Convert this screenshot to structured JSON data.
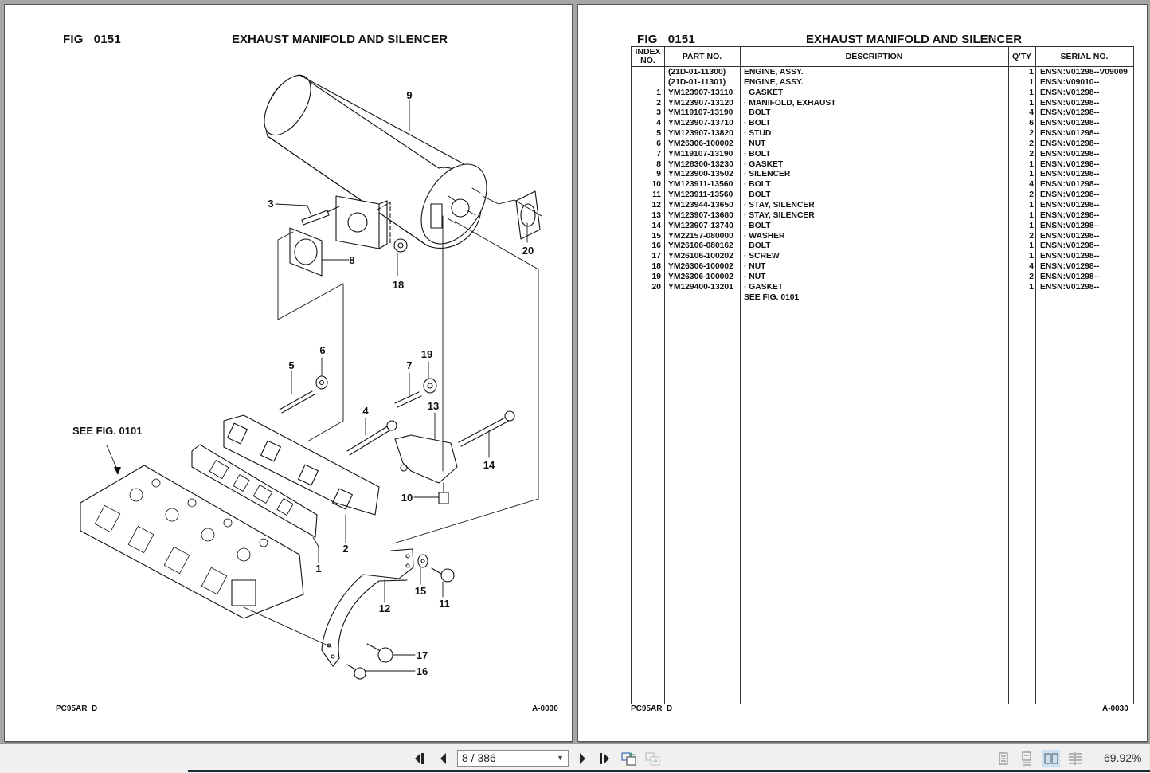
{
  "viewer": {
    "page_indicator": "8 / 386",
    "zoom_level": "69.92%",
    "toolbar": {
      "first_page": "first-page-icon",
      "prev_page": "prev-page-icon",
      "next_page": "next-page-icon",
      "last_page": "last-page-icon",
      "prev_view": "previous-view-icon",
      "next_view": "next-view-icon",
      "view_modes": [
        "single-page",
        "continuous",
        "facing",
        "continuous-facing"
      ],
      "active_view_mode": "facing"
    }
  },
  "left_page": {
    "fig_label": "FIG",
    "fig_number": "0151",
    "title": "EXHAUST MANIFOLD AND SILENCER",
    "footer_left": "PC95AR_D",
    "footer_right": "A-0030",
    "see_fig_note": "SEE FIG. 0101",
    "callouts": [
      "1",
      "2",
      "3",
      "4",
      "5",
      "6",
      "7",
      "8",
      "9",
      "10",
      "11",
      "12",
      "13",
      "14",
      "15",
      "16",
      "17",
      "18",
      "19",
      "20"
    ]
  },
  "right_page": {
    "fig_label": "FIG",
    "fig_number": "0151",
    "title": "EXHAUST MANIFOLD AND SILENCER",
    "footer_left": "PC95AR_D",
    "footer_right": "A-0030",
    "table": {
      "headers": {
        "index": "INDEX NO.",
        "part": "PART NO.",
        "description": "DESCRIPTION",
        "qty": "Q'TY",
        "serial": "SERIAL NO."
      },
      "rows": [
        {
          "index": "",
          "part": "(21D-01-11300)",
          "description": "ENGINE, ASSY.",
          "qty": "1",
          "serial": "ENSN:V01298--V09009"
        },
        {
          "index": "",
          "part": "(21D-01-11301)",
          "description": "ENGINE, ASSY.",
          "qty": "1",
          "serial": "ENSN:V09010--"
        },
        {
          "index": "1",
          "part": "YM123907-13110",
          "description": "·  GASKET",
          "qty": "1",
          "serial": "ENSN:V01298--"
        },
        {
          "index": "2",
          "part": "YM123907-13120",
          "description": "·  MANIFOLD, EXHAUST",
          "qty": "1",
          "serial": "ENSN:V01298--"
        },
        {
          "index": "3",
          "part": "YM119107-13190",
          "description": "·  BOLT",
          "qty": "4",
          "serial": "ENSN:V01298--"
        },
        {
          "index": "4",
          "part": "YM123907-13710",
          "description": "·  BOLT",
          "qty": "6",
          "serial": "ENSN:V01298--"
        },
        {
          "index": "5",
          "part": "YM123907-13820",
          "description": "·  STUD",
          "qty": "2",
          "serial": "ENSN:V01298--"
        },
        {
          "index": "6",
          "part": "YM26306-100002",
          "description": "·  NUT",
          "qty": "2",
          "serial": "ENSN:V01298--"
        },
        {
          "index": "7",
          "part": "YM119107-13190",
          "description": "·  BOLT",
          "qty": "2",
          "serial": "ENSN:V01298--"
        },
        {
          "index": "8",
          "part": "YM128300-13230",
          "description": "·  GASKET",
          "qty": "1",
          "serial": "ENSN:V01298--"
        },
        {
          "index": "9",
          "part": "YM123900-13502",
          "description": "·  SILENCER",
          "qty": "1",
          "serial": "ENSN:V01298--"
        },
        {
          "index": "10",
          "part": "YM123911-13560",
          "description": "·  BOLT",
          "qty": "4",
          "serial": "ENSN:V01298--"
        },
        {
          "index": "11",
          "part": "YM123911-13560",
          "description": "·  BOLT",
          "qty": "2",
          "serial": "ENSN:V01298--"
        },
        {
          "index": "12",
          "part": "YM123944-13650",
          "description": "·  STAY, SILENCER",
          "qty": "1",
          "serial": "ENSN:V01298--"
        },
        {
          "index": "13",
          "part": "YM123907-13680",
          "description": "·  STAY, SILENCER",
          "qty": "1",
          "serial": "ENSN:V01298--"
        },
        {
          "index": "14",
          "part": "YM123907-13740",
          "description": "·  BOLT",
          "qty": "1",
          "serial": "ENSN:V01298--"
        },
        {
          "index": "15",
          "part": "YM22157-080000",
          "description": "·  WASHER",
          "qty": "2",
          "serial": "ENSN:V01298--"
        },
        {
          "index": "16",
          "part": "YM26106-080162",
          "description": "·  BOLT",
          "qty": "1",
          "serial": "ENSN:V01298--"
        },
        {
          "index": "17",
          "part": "YM26106-100202",
          "description": "·  SCREW",
          "qty": "1",
          "serial": "ENSN:V01298--"
        },
        {
          "index": "18",
          "part": "YM26306-100002",
          "description": "·  NUT",
          "qty": "4",
          "serial": "ENSN:V01298--"
        },
        {
          "index": "19",
          "part": "YM26306-100002",
          "description": "·  NUT",
          "qty": "2",
          "serial": "ENSN:V01298--"
        },
        {
          "index": "20",
          "part": "YM129400-13201",
          "description": "·  GASKET",
          "qty": "1",
          "serial": "ENSN:V01298--"
        },
        {
          "index": "",
          "part": "",
          "description": "SEE FIG. 0101",
          "qty": "",
          "serial": ""
        }
      ]
    }
  }
}
